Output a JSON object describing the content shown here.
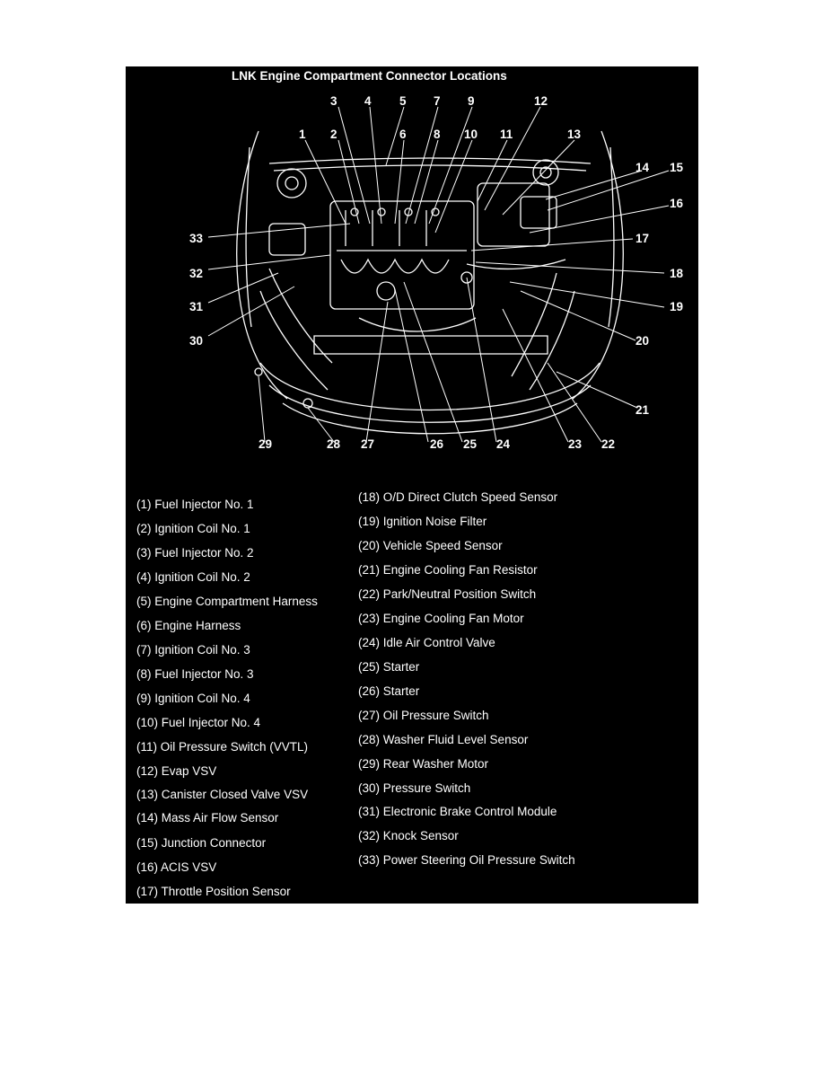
{
  "title": "LNK Engine Compartment Connector Locations",
  "callouts": [
    "1",
    "2",
    "3",
    "4",
    "5",
    "6",
    "7",
    "8",
    "9",
    "10",
    "11",
    "12",
    "13",
    "14",
    "15",
    "16",
    "17",
    "18",
    "19",
    "20",
    "21",
    "22",
    "23",
    "24",
    "25",
    "26",
    "27",
    "28",
    "29",
    "30",
    "31",
    "32",
    "33"
  ],
  "legend": {
    "left": [
      "(1) Fuel Injector No. 1",
      "(2) Ignition Coil No. 1",
      "(3) Fuel Injector No. 2",
      "(4) Ignition Coil No. 2",
      "(5) Engine Compartment Harness",
      "(6) Engine Harness",
      "(7) Ignition Coil No. 3",
      "(8) Fuel Injector No. 3",
      "(9) Ignition Coil No. 4",
      "(10) Fuel Injector No. 4",
      "(11) Oil Pressure Switch (VVTL)",
      "(12) Evap VSV",
      "(13) Canister Closed Valve VSV",
      "(14) Mass Air Flow Sensor",
      "(15) Junction Connector",
      "(16) ACIS VSV",
      "(17) Throttle Position Sensor"
    ],
    "right": [
      "(18) O/D Direct Clutch Speed Sensor",
      "(19) Ignition Noise Filter",
      "(20) Vehicle Speed Sensor",
      "(21) Engine Cooling Fan Resistor",
      "(22) Park/Neutral Position Switch",
      "(23) Engine Cooling Fan Motor",
      "(24) Idle Air Control Valve",
      "(25) Starter",
      "(26) Starter",
      "(27) Oil Pressure Switch",
      "(28) Washer Fluid Level Sensor",
      "(29) Rear Washer Motor",
      "(30) Pressure Switch",
      "(31) Electronic Brake Control Module",
      "(32) Knock Sensor",
      "(33) Power Steering Oil Pressure Switch"
    ]
  }
}
